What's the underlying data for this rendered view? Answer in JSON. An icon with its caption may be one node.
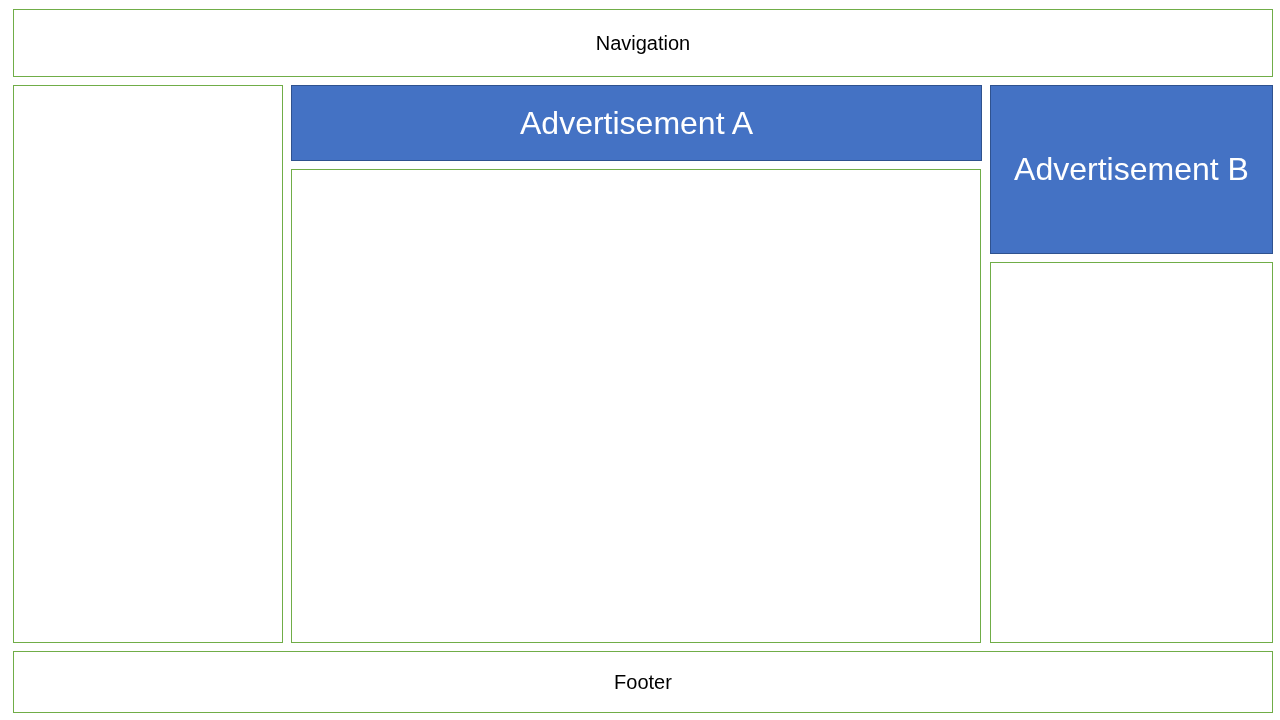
{
  "diagram": {
    "nodes": [
      {
        "text": [
          "Navigation"
        ]
      },
      {
        "text": [],
        "shape": "box"
      },
      {
        "text": [
          "Advertisement A"
        ]
      },
      {
        "text": [
          "Advertisement B"
        ]
      },
      {
        "text": [],
        "shape": "box"
      },
      {
        "text": [],
        "shape": "box"
      },
      {
        "text": [
          "Footer"
        ]
      }
    ],
    "edges": []
  }
}
